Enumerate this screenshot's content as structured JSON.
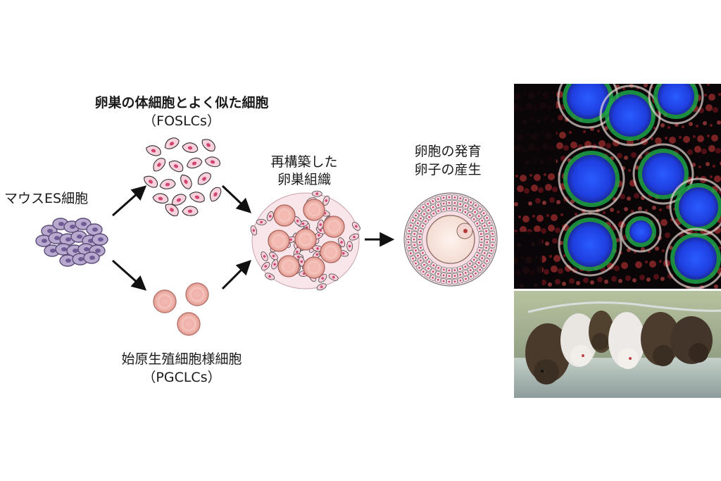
{
  "labels": {
    "es_cells": "マウスES細胞",
    "foslc_title": "卵巣の体細胞とよく似た細胞",
    "foslc_abbr": "（FOSLCs）",
    "pgclc_title": "始原生殖細胞様細胞",
    "pgclc_abbr": "（PGCLCs）",
    "reconstructed_line1": "再構築した",
    "reconstructed_line2": "卵巣組織",
    "oocyte_line1": "卵胞の発育",
    "oocyte_line2": "卵子の産生"
  },
  "colors": {
    "es_cell_fill": "#b8a9cf",
    "es_cell_stroke": "#5a4a78",
    "foslc_fill": "#f7d2dc",
    "foslc_nucleus": "#d2456f",
    "pgclc_fill": "#f3c0b8",
    "pgclc_stroke": "#b5756d",
    "arrow": "#111111"
  },
  "icons": {
    "microscopy_image": "fluorescence-microscopy-ovary-photo",
    "mice_image": "mice-offspring-photo"
  }
}
